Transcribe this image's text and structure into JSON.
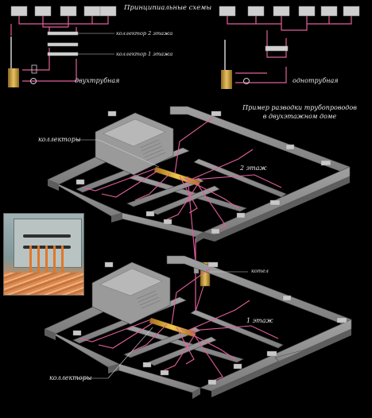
{
  "labels": {
    "title_schemes": "Принципиальные схемы",
    "collector_floor2": "коллектор 2 этажа",
    "collector_floor1": "коллектор 1 этажа",
    "two_pipe": "двухтрубная",
    "one_pipe": "однотрубная",
    "example_title_line1": "Пример разводки трубопроводов",
    "example_title_line2": "в двухэтажном доме",
    "collectors_top": "коллекторы",
    "floor2": "2 этаж",
    "boiler": "котел",
    "floor1": "1 этаж",
    "collectors_bottom": "коллекторы"
  },
  "colors": {
    "pipe": "#e0609a",
    "pipe_light": "#f0a0c8",
    "wall_top": "#8a8a8a",
    "wall_side": "#5a5a5a",
    "collector": "#d8a030",
    "boiler": "#c89a40"
  }
}
